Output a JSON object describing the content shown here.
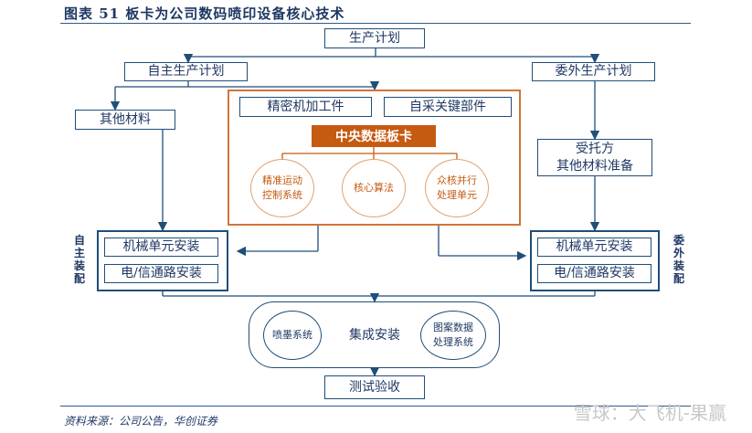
{
  "header": {
    "title": "图表  51    板卡为公司数码喷印设备核心技术"
  },
  "nodes": {
    "plan": "生产计划",
    "self_plan": "自主生产计划",
    "out_plan": "委外生产计划",
    "other_material": "其他材料",
    "entrusted_prep_line1": "受托方",
    "entrusted_prep_line2": "其他材料准备",
    "precision_parts": "精密机加工件",
    "purchased_parts": "自采关键部件",
    "central_board": "中央数据板卡",
    "motion_line1": "精准运动",
    "motion_line2": "控制系统",
    "algorithm": "核心算法",
    "parallel_line1": "众核并行",
    "parallel_line2": "处理单元",
    "mech_left": "机械单元安装",
    "elec_left": "电/信通路安装",
    "mech_right": "机械单元安装",
    "elec_right": "电/信通路安装",
    "integration": "集成安装",
    "ink_system": "喷墨系统",
    "image_line1": "图案数据",
    "image_line2": "处理系统",
    "test": "测试验收"
  },
  "side_labels": {
    "left": [
      "自",
      "主",
      "装",
      "配"
    ],
    "right": [
      "委",
      "外",
      "装",
      "配"
    ]
  },
  "footer": {
    "source": "资料来源：公司公告，华创证券",
    "watermark": "雪球：大飞机-果赢"
  },
  "colors": {
    "navy": "#1f4e79",
    "orange": "#c55a11",
    "orange_light": "#e2a26e"
  }
}
